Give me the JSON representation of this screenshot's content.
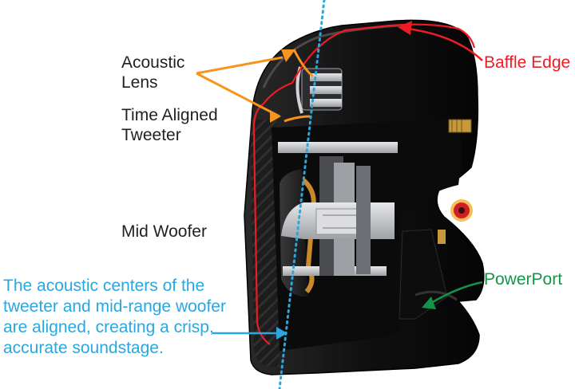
{
  "labels": {
    "acoustic_lens": "Acoustic\nLens",
    "time_aligned_tweeter": "Time Aligned\nTweeter",
    "mid_woofer": "Mid Woofer",
    "baffle_edge": "Baffle Edge",
    "powerport": "PowerPort",
    "caption": "The acoustic centers of the\ntweeter and mid-range woofer\nare aligned, creating a crisp,\naccurate soundstage."
  },
  "colors": {
    "background": "#ffffff",
    "text": "#231f20",
    "orange": "#f7941d",
    "red": "#ed1c24",
    "green": "#16934a",
    "blue": "#2aa7df",
    "cabinet": "#161616",
    "metal": "#c7c9cc"
  }
}
